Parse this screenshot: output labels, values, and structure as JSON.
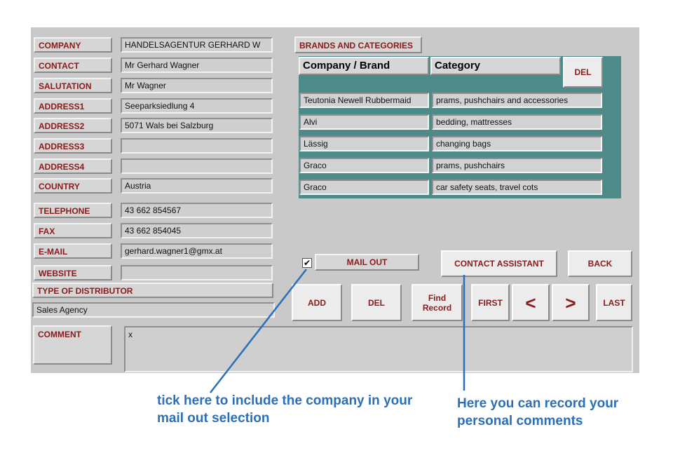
{
  "fields": [
    {
      "label": "COMPANY",
      "value": "HANDELSAGENTUR GERHARD W"
    },
    {
      "label": "CONTACT",
      "value": "Mr Gerhard Wagner"
    },
    {
      "label": "SALUTATION",
      "value": "Mr Wagner"
    },
    {
      "label": "ADDRESS1",
      "value": "Seeparksiedlung 4"
    },
    {
      "label": "ADDRESS2",
      "value": "5071 Wals bei Salzburg"
    },
    {
      "label": "ADDRESS3",
      "value": ""
    },
    {
      "label": "ADDRESS4",
      "value": ""
    },
    {
      "label": "COUNTRY",
      "value": "Austria"
    },
    {
      "label": "TELEPHONE",
      "value": "43 662 854567"
    },
    {
      "label": "FAX",
      "value": "43 662 854045"
    },
    {
      "label": "E-MAIL",
      "value": "gerhard.wagner1@gmx.at"
    },
    {
      "label": "WEBSITE",
      "value": ""
    }
  ],
  "distributor": {
    "label": "TYPE OF DISTRIBUTOR",
    "value": "Sales Agency"
  },
  "comment": {
    "label": "COMMENT",
    "value": "x"
  },
  "brands": {
    "title": "BRANDS AND CATEGORIES",
    "col_brand": "Company / Brand",
    "col_category": "Category",
    "del_label": "DEL",
    "rows": [
      {
        "brand": "Teutonia Newell Rubbermaid",
        "category": "prams, pushchairs and accessories"
      },
      {
        "brand": "Alvi",
        "category": "bedding, mattresses"
      },
      {
        "brand": "Lässig",
        "category": "changing bags"
      },
      {
        "brand": "Graco",
        "category": "prams, pushchairs"
      },
      {
        "brand": "Graco",
        "category": "car safety seats, travel cots"
      }
    ]
  },
  "mail_out": {
    "label": "MAIL OUT",
    "checked": true,
    "check_glyph": "✔"
  },
  "buttons": {
    "contact_assistant": "CONTACT ASSISTANT",
    "back": "BACK",
    "add": "ADD",
    "del": "DEL",
    "find_record": "Find Record",
    "first": "FIRST",
    "prev": "<",
    "next": ">",
    "last": "LAST"
  },
  "annotations": {
    "mailout": "tick here to include the company in your mail out selection",
    "comments": "Here you can record your personal comments",
    "color": "#2a6fb8"
  }
}
